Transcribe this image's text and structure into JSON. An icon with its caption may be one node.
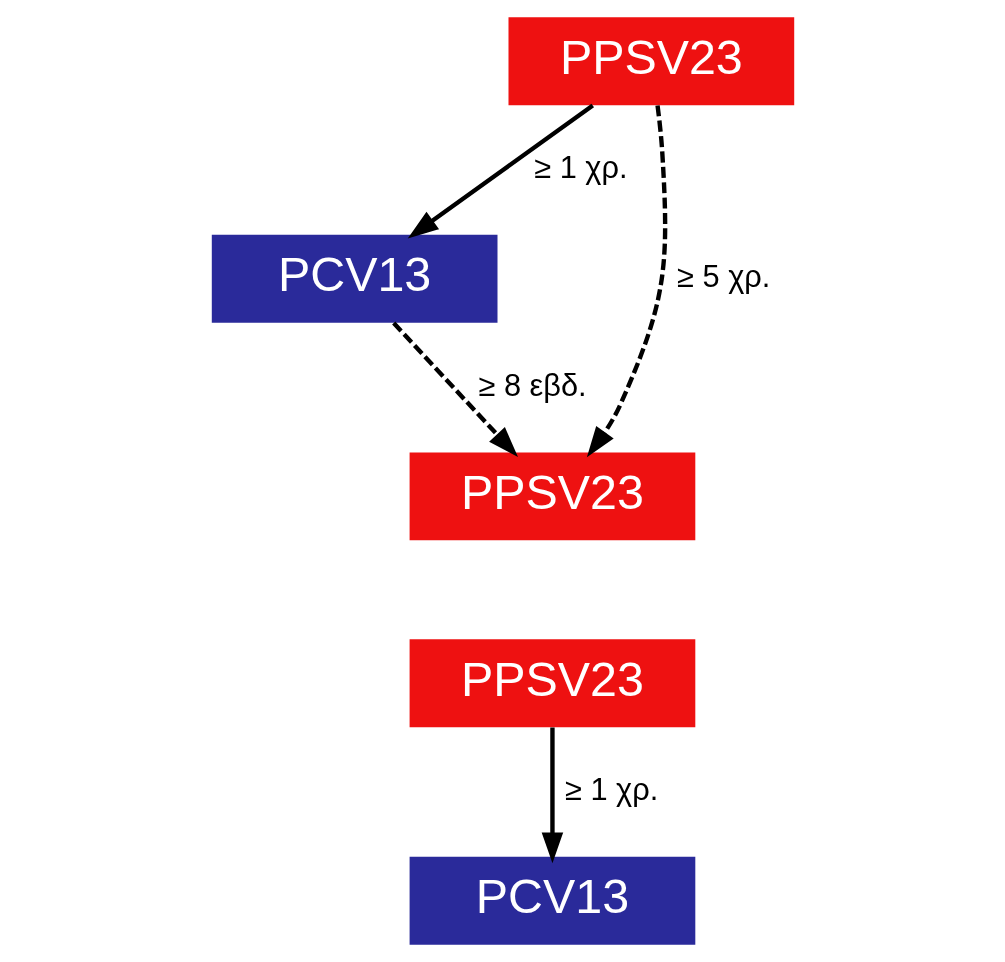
{
  "diagram": {
    "nodes": [
      {
        "text": [
          "PPSV23"
        ]
      },
      {
        "text": [
          "PCV13"
        ]
      },
      {
        "text": [
          "PPSV23"
        ]
      },
      {
        "text": [
          "PPSV23"
        ]
      },
      {
        "text": [
          "PCV13"
        ]
      }
    ],
    "edges": [
      {
        "from": 0,
        "to": 1,
        "arrow": "to",
        "label": "≥ 1 χρ."
      },
      {
        "from": 1,
        "to": 2,
        "arrow": "to",
        "label": "≥ 8 εβδ.",
        "style": "dashed"
      },
      {
        "from": 0,
        "to": 2,
        "arrow": "to",
        "label": "≥ 5 χρ.",
        "style": "dashed"
      },
      {
        "from": 3,
        "to": 4,
        "arrow": "to",
        "label": "≥ 1 χρ."
      }
    ]
  }
}
